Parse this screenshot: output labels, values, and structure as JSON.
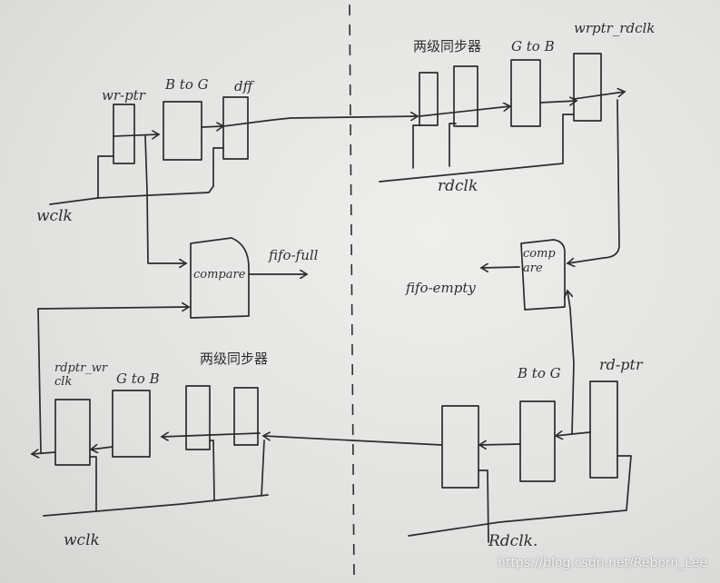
{
  "diagram": {
    "title": "Asynchronous FIFO pointer synchronization (hand-drawn)",
    "write_domain": {
      "clock_label": "wclk",
      "wr_ptr_label": "wr-ptr",
      "b_to_g_label": "B to G",
      "dff_label": "dff",
      "compare_label": "compare",
      "full_flag_label": "fifo-full",
      "rd_sync_label": "rdptr_wrclk",
      "g_to_b_label": "G to B",
      "two_stage_sync_label": "两级同步器"
    },
    "read_domain": {
      "clock_label": "rdclk",
      "clock_label_bottom": "Rdclk.",
      "two_stage_sync_label": "两级同步器",
      "g_to_b_label": "G to B",
      "wr_sync_label": "wrptr_rdclk",
      "compare_label": "compare",
      "empty_flag_label": "fifo-empty",
      "b_to_g_label": "B to G",
      "rd_ptr_label": "rd-ptr"
    },
    "divider": "clock-domain boundary (dashed)"
  },
  "watermark": "https://blog.csdn.net/Reborn_Lee"
}
